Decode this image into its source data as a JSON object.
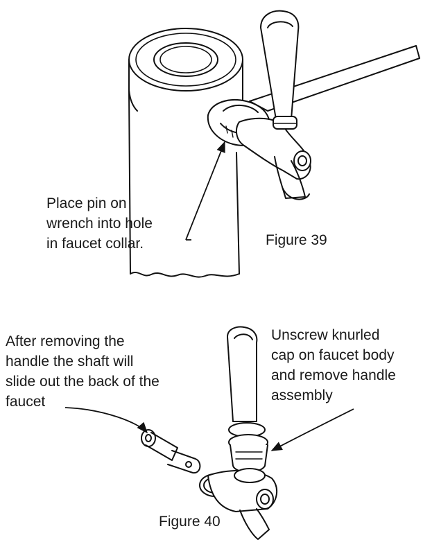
{
  "figure39": {
    "callout": "Place pin on\nwrench into hole\nin faucet collar.",
    "caption": "Figure 39"
  },
  "figure40": {
    "callout_shaft": "After removing the\nhandle the shaft will\nslide out the back of the\nfaucet",
    "callout_cap": "Unscrew knurled\ncap on faucet body\nand remove handle\nassembly",
    "caption": "Figure 40"
  }
}
